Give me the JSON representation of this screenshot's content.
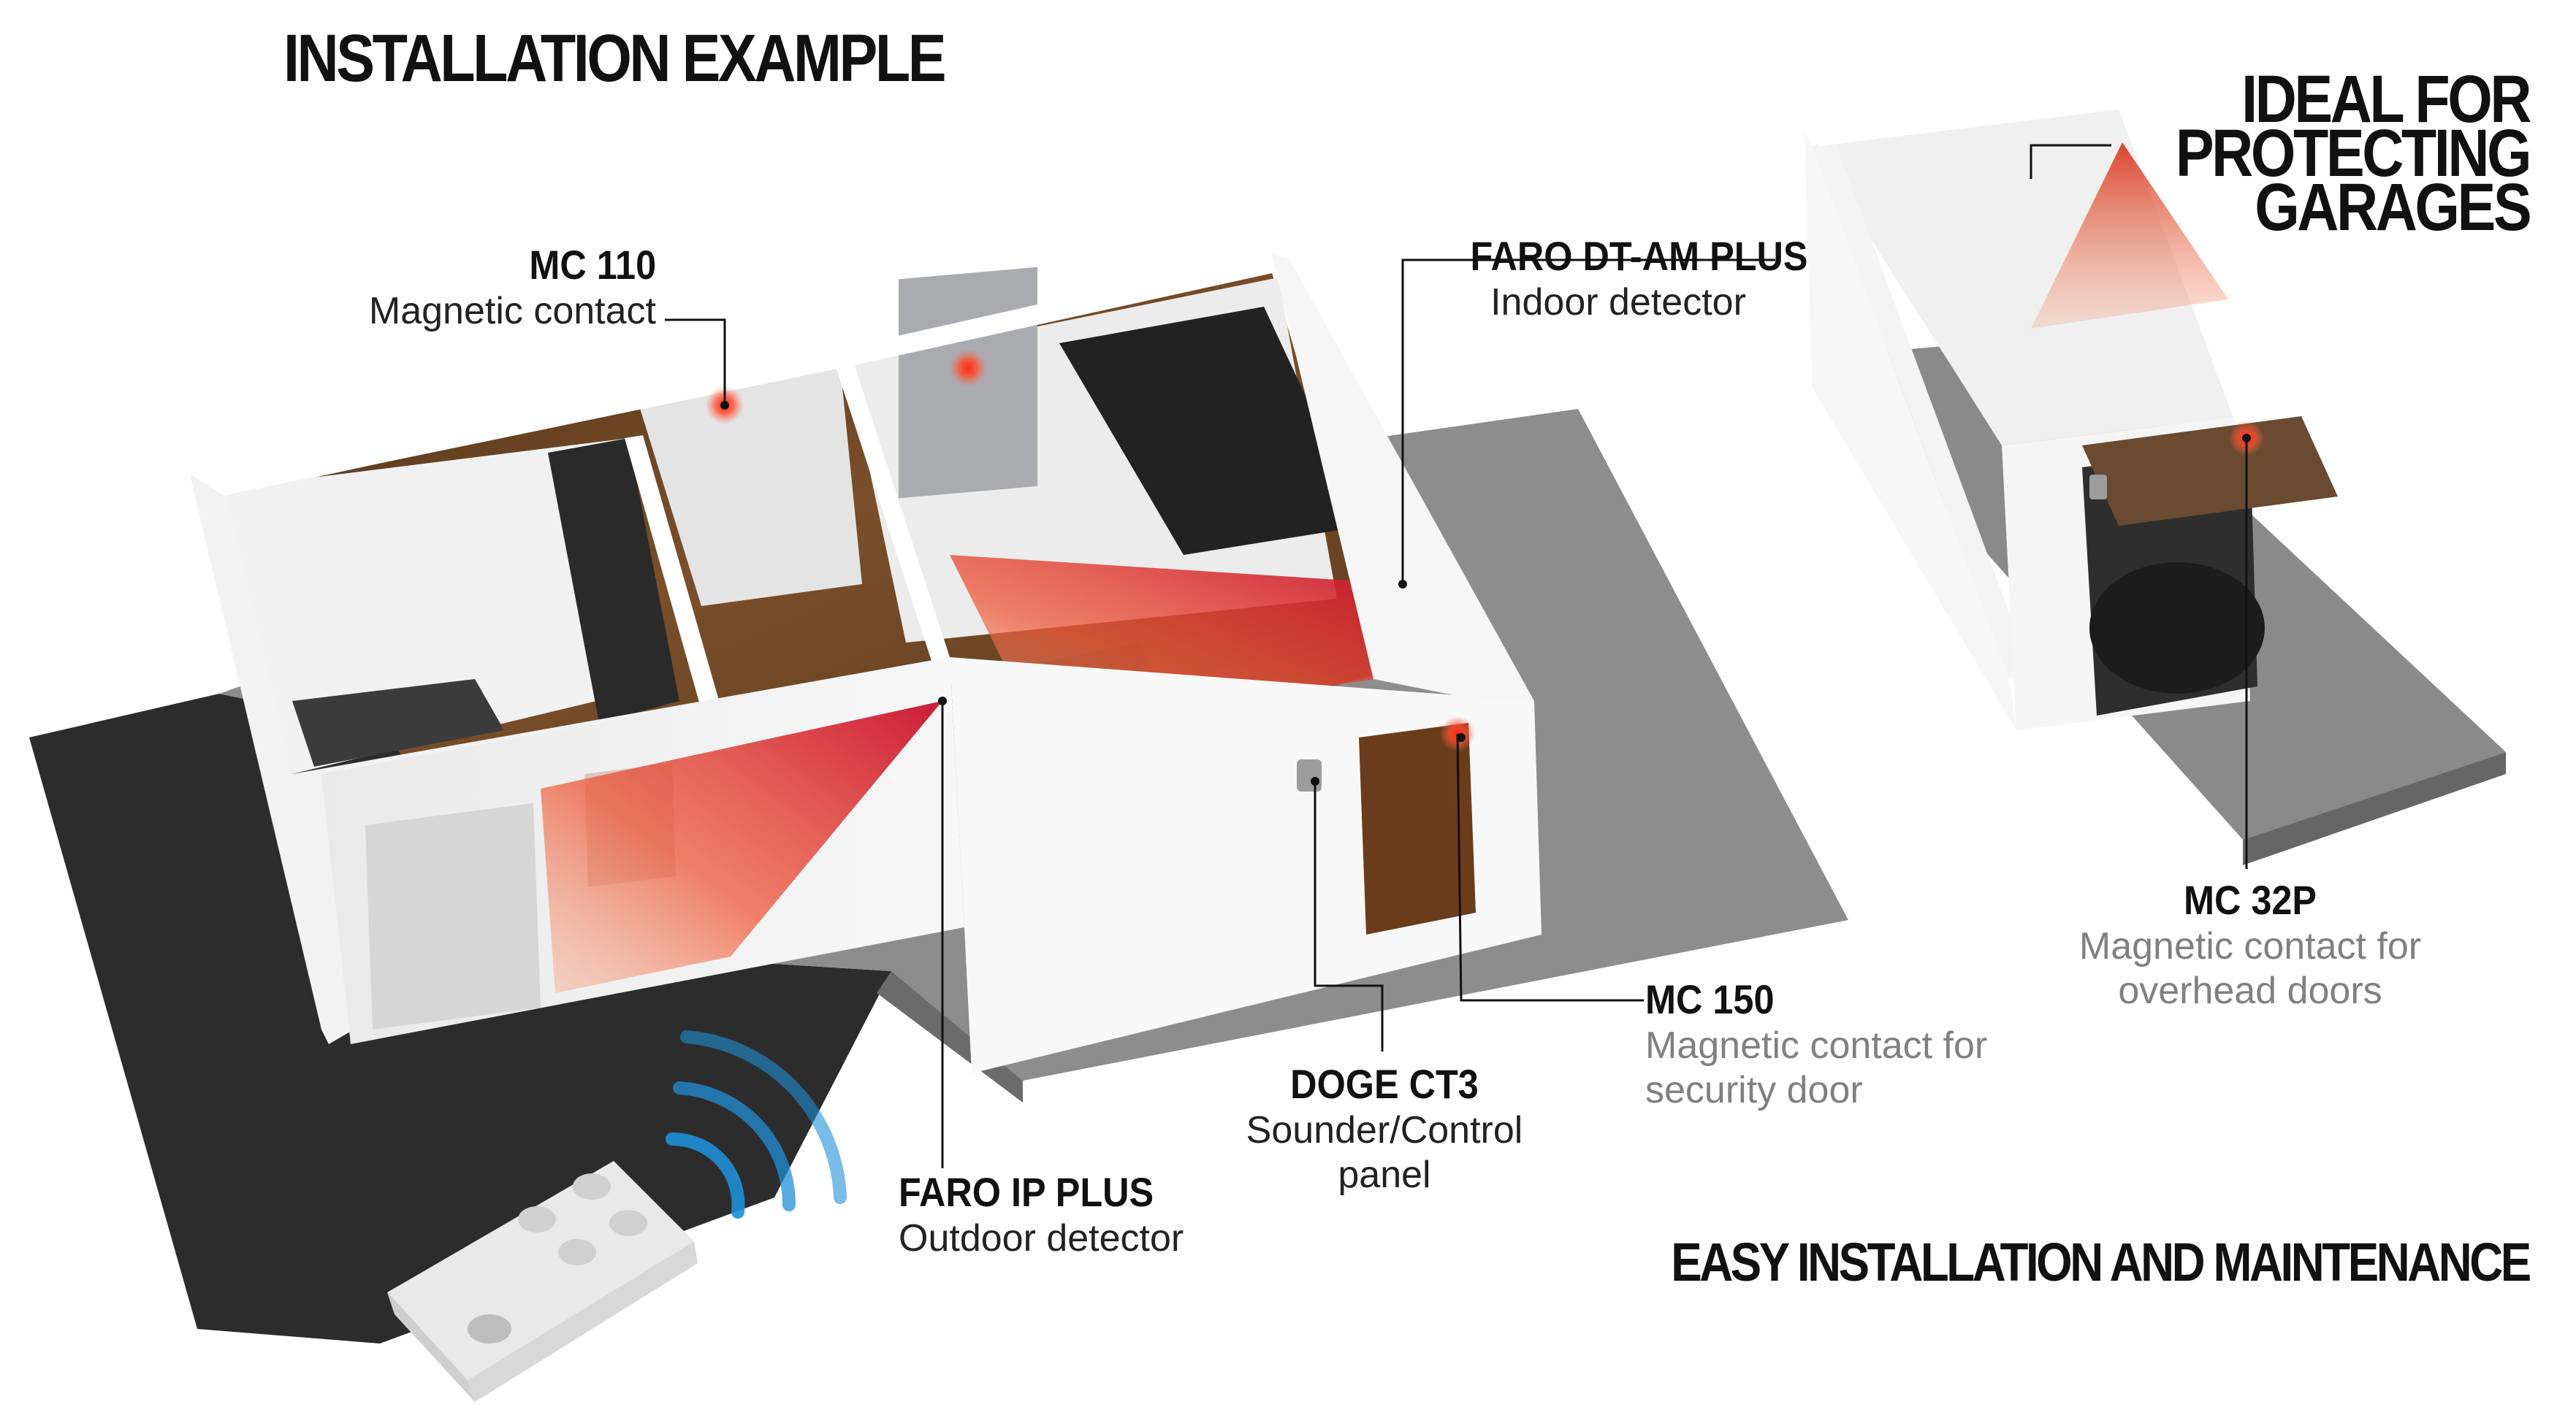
{
  "headings": {
    "title": "INSTALLATION EXAMPLE",
    "garage_line1": "IDEAL FOR",
    "garage_line2": "PROTECTING",
    "garage_line3": "GARAGES",
    "footer": "EASY INSTALLATION AND MAINTENANCE"
  },
  "labels": {
    "mc110": {
      "name": "MC 110",
      "desc1": "Magnetic contact"
    },
    "faro_dt": {
      "name": "FARO DT-AM PLUS",
      "desc1": "Indoor detector"
    },
    "faro_ip": {
      "name": "FARO IP PLUS",
      "desc1": "Outdoor detector"
    },
    "doge": {
      "name": "DOGE CT3",
      "desc1": "Sounder/Control",
      "desc2": "panel"
    },
    "mc150": {
      "name": "MC 150",
      "desc1": "Magnetic contact for",
      "desc2": "security door"
    },
    "mc32p": {
      "name": "MC 32P",
      "desc1": "Magnetic contact for",
      "desc2": "overhead doors"
    }
  },
  "colors": {
    "detection_beam": "#e8492c",
    "sensor_glow": "#ff3a1f",
    "ground_concrete": "#8f8f8f",
    "asphalt": "#2c2c2c",
    "wall": "#f2f2f2",
    "floor_wood": "#6b4423",
    "remote_signal": "#1f8fd6",
    "leader_line": "#111111"
  }
}
